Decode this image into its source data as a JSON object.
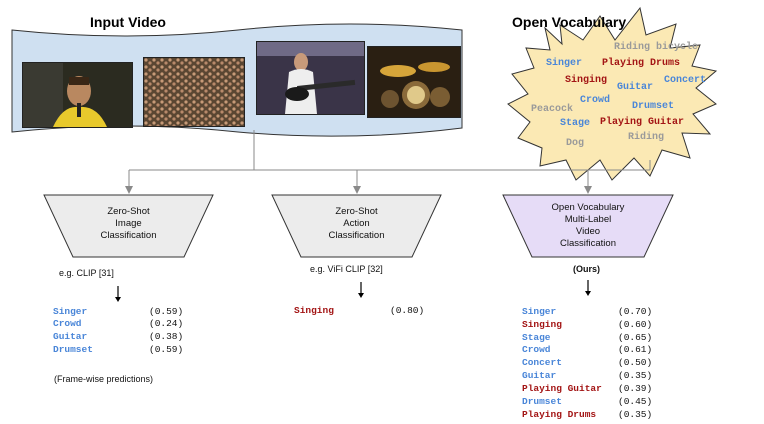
{
  "headings": {
    "input_video": "Input Video",
    "open_vocabulary": "Open Vocabulary"
  },
  "frames": [
    {
      "name": "singer-frame",
      "caption": "singer"
    },
    {
      "name": "crowd-frame",
      "caption": "crowd"
    },
    {
      "name": "guitarist-frame",
      "caption": "guitar"
    },
    {
      "name": "drums-frame",
      "caption": "drums"
    }
  ],
  "vocabulary": [
    {
      "text": "Riding bicycle",
      "color": "#9a9a9a"
    },
    {
      "text": "Singer",
      "color": "#4a86d8"
    },
    {
      "text": "Playing Drums",
      "color": "#a31515"
    },
    {
      "text": "Singing",
      "color": "#a31515"
    },
    {
      "text": "Concert",
      "color": "#4a86d8"
    },
    {
      "text": "Guitar",
      "color": "#4a86d8"
    },
    {
      "text": "Crowd",
      "color": "#4a86d8"
    },
    {
      "text": "Peacock",
      "color": "#9a9a9a"
    },
    {
      "text": "Drumset",
      "color": "#4a86d8"
    },
    {
      "text": "Stage",
      "color": "#4a86d8"
    },
    {
      "text": "Playing Guitar",
      "color": "#a31515"
    },
    {
      "text": "Riding",
      "color": "#9a9a9a"
    },
    {
      "text": "Dog",
      "color": "#9a9a9a"
    }
  ],
  "blocks": {
    "image": {
      "lines": [
        "Zero-Shot",
        "Image",
        "Classification"
      ],
      "fill": "#ececec"
    },
    "action": {
      "lines": [
        "Zero-Shot",
        "Action",
        "Classification"
      ],
      "fill": "#ececec"
    },
    "ours": {
      "lines": [
        "Open Vocabulary",
        "Multi-Label",
        "Video",
        "Classification"
      ],
      "fill": "#e6dcf7"
    }
  },
  "notes": {
    "image": "e.g. CLIP [31]",
    "action": "e.g. ViFi CLIP [32]",
    "ours": "(Ours)",
    "framewise": "(Frame-wise predictions)"
  },
  "results": {
    "image": [
      {
        "label": "Singer",
        "score": "(0.59)",
        "color": "#4a86d8"
      },
      {
        "label": "Crowd",
        "score": "(0.24)",
        "color": "#4a86d8"
      },
      {
        "label": "Guitar",
        "score": "(0.38)",
        "color": "#4a86d8"
      },
      {
        "label": "Drumset",
        "score": "(0.59)",
        "color": "#4a86d8"
      }
    ],
    "action": [
      {
        "label": "Singing",
        "score": "(0.80)",
        "color": "#a31515"
      }
    ],
    "ours": [
      {
        "label": "Singer",
        "score": "(0.70)",
        "color": "#4a86d8"
      },
      {
        "label": "Singing",
        "score": "(0.60)",
        "color": "#a31515"
      },
      {
        "label": "Stage",
        "score": "(0.65)",
        "color": "#4a86d8"
      },
      {
        "label": "Crowd",
        "score": "(0.61)",
        "color": "#4a86d8"
      },
      {
        "label": "Concert",
        "score": "(0.50)",
        "color": "#4a86d8"
      },
      {
        "label": "Guitar",
        "score": "(0.35)",
        "color": "#4a86d8"
      },
      {
        "label": "Playing Guitar",
        "score": "(0.39)",
        "color": "#a31515"
      },
      {
        "label": "Drumset",
        "score": "(0.45)",
        "color": "#4a86d8"
      },
      {
        "label": "Playing Drums",
        "score": "(0.35)",
        "color": "#a31515"
      }
    ]
  },
  "colors": {
    "video_panel": "#cfe0f1",
    "starburst": "#fbe9b4",
    "connector": "#8a8a8a",
    "arrow": "#000000"
  }
}
